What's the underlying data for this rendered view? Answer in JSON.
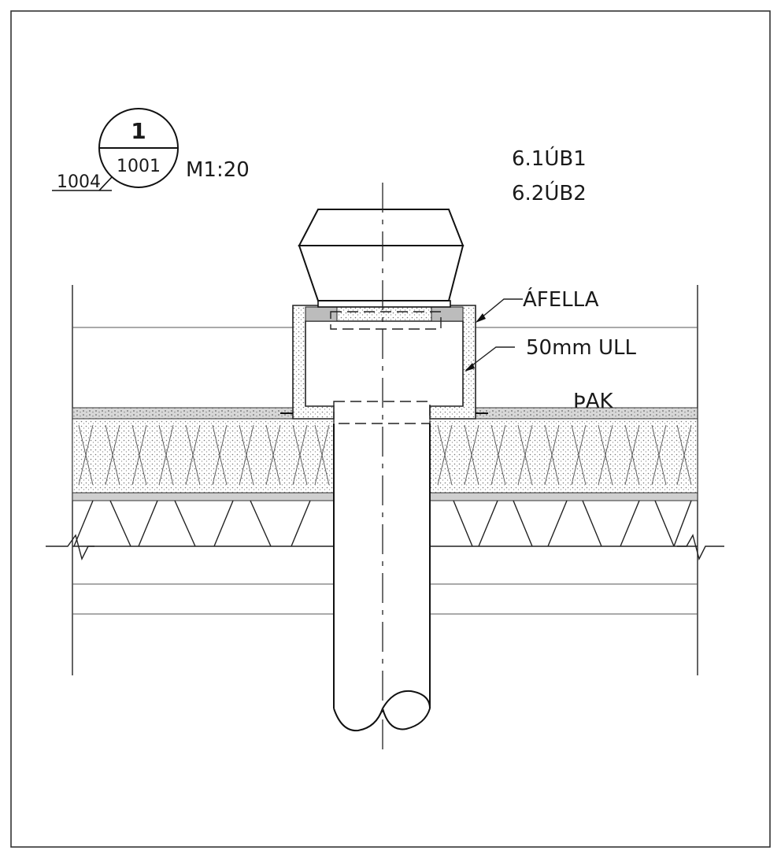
{
  "detail": {
    "number": "1",
    "sheet": "1001",
    "reference": "1004",
    "scale": "M1:20"
  },
  "codes": [
    "6.1ÚB1",
    "6.2ÚB2"
  ],
  "callouts": {
    "flashing": "ÁFELLA",
    "insulation": "50mm ULL",
    "roof": "ÞAK"
  },
  "colors": {
    "line": "#222222",
    "hatch": "#888888",
    "background": "#ffffff"
  }
}
